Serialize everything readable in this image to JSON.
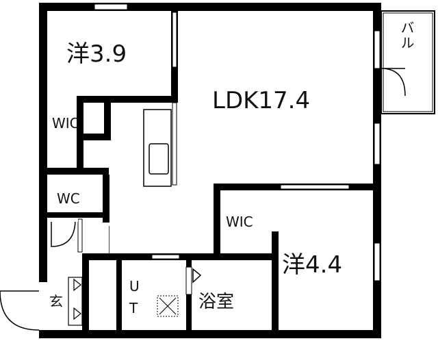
{
  "rooms": {
    "western1": "洋3.9",
    "ldk": "LDK17.4",
    "western2": "洋4.4",
    "wic1": "WIC",
    "wic2": "WIC",
    "wc": "WC",
    "entrance": "玄",
    "utility_u": "U",
    "utility_t": "T",
    "bath": "浴室",
    "balcony": "バル"
  },
  "colors": {
    "wall": "#000000",
    "background": "#ffffff"
  }
}
